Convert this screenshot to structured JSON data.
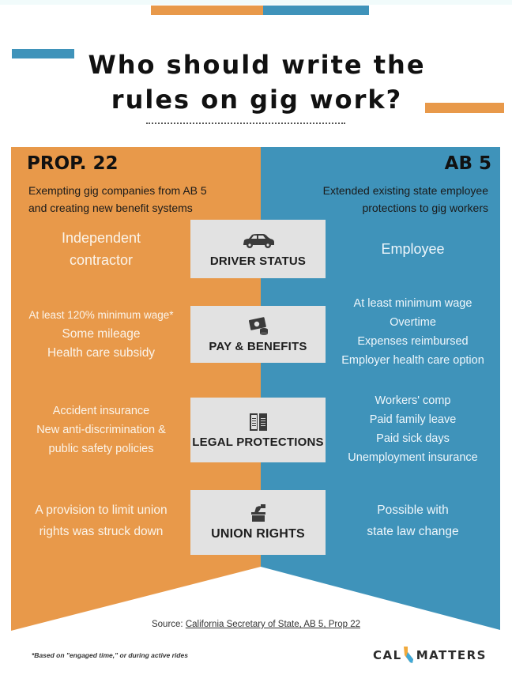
{
  "title": {
    "line1": "Who should write the",
    "line2": "rules on gig work?"
  },
  "colors": {
    "orange": "#e8994a",
    "blue": "#3f93ba",
    "box_gray": "#e2e2e2"
  },
  "left": {
    "heading": "PROP. 22",
    "subtitle_line1": "Exempting gig companies from AB 5",
    "subtitle_line2": "and creating new benefit systems"
  },
  "right": {
    "heading": "AB 5",
    "subtitle_line1": "Extended existing state employee",
    "subtitle_line2": "protections to gig workers"
  },
  "rows": [
    {
      "category": "DRIVER STATUS",
      "icon": "car-icon",
      "prop22": [
        "Independent",
        "contractor"
      ],
      "ab5": [
        "Employee"
      ]
    },
    {
      "category": "PAY & BENEFITS",
      "icon": "money-icon",
      "prop22": [
        "At least 120% minimum wage*",
        "Some mileage",
        "Health care subsidy"
      ],
      "ab5": [
        "At least minimum wage",
        "Overtime",
        "Expenses reimbursed",
        "Employer health care option"
      ]
    },
    {
      "category": "LEGAL PROTECTIONS",
      "icon": "book-icon",
      "prop22": [
        "Accident insurance",
        "New anti-discrimination &",
        "public safety policies"
      ],
      "ab5": [
        "Workers' comp",
        "Paid family leave",
        "Paid sick days",
        "Unemployment insurance"
      ]
    },
    {
      "category": "UNION RIGHTS",
      "icon": "ballot-box-icon",
      "prop22": [
        "A provision to limit union",
        "rights was struck down"
      ],
      "ab5": [
        "Possible with",
        "state law change"
      ]
    }
  ],
  "source": {
    "label": "Source: ",
    "link_text": "California Secretary of State, AB 5, Prop 22"
  },
  "footnote": "*Based on \"engaged time,\" or during active rides",
  "logo": {
    "left_text": "CAL",
    "right_text": "MATTERS"
  }
}
